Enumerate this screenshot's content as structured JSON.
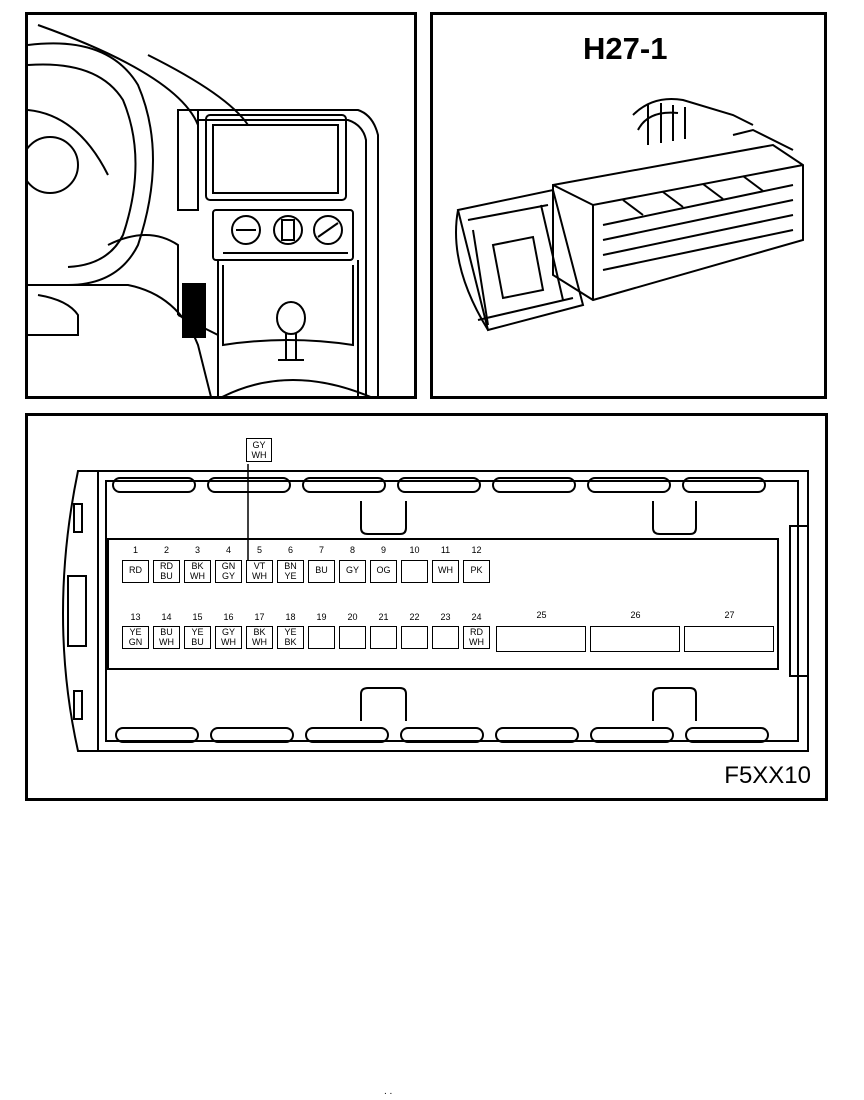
{
  "connector_title": "H27-1",
  "figure_code": "F5XX10",
  "callout": {
    "line1": "GY",
    "line2": "WH"
  },
  "pins_top": [
    {
      "num": "1",
      "c1": "RD",
      "c2": ""
    },
    {
      "num": "2",
      "c1": "RD",
      "c2": "BU"
    },
    {
      "num": "3",
      "c1": "BK",
      "c2": "WH"
    },
    {
      "num": "4",
      "c1": "GN",
      "c2": "GY"
    },
    {
      "num": "5",
      "c1": "VT",
      "c2": "WH"
    },
    {
      "num": "6",
      "c1": "BN",
      "c2": "YE"
    },
    {
      "num": "7",
      "c1": "BU",
      "c2": ""
    },
    {
      "num": "8",
      "c1": "GY",
      "c2": ""
    },
    {
      "num": "9",
      "c1": "OG",
      "c2": ""
    },
    {
      "num": "10",
      "c1": "",
      "c2": ""
    },
    {
      "num": "11",
      "c1": "WH",
      "c2": ""
    },
    {
      "num": "12",
      "c1": "PK",
      "c2": ""
    }
  ],
  "pins_bottom": [
    {
      "num": "13",
      "c1": "YE",
      "c2": "GN"
    },
    {
      "num": "14",
      "c1": "BU",
      "c2": "WH"
    },
    {
      "num": "15",
      "c1": "YE",
      "c2": "BU"
    },
    {
      "num": "16",
      "c1": "GY",
      "c2": "WH"
    },
    {
      "num": "17",
      "c1": "BK",
      "c2": "WH"
    },
    {
      "num": "18",
      "c1": "YE",
      "c2": "BK"
    },
    {
      "num": "19",
      "c1": "",
      "c2": ""
    },
    {
      "num": "20",
      "c1": "",
      "c2": ""
    },
    {
      "num": "21",
      "c1": "",
      "c2": ""
    },
    {
      "num": "22",
      "c1": "",
      "c2": ""
    },
    {
      "num": "23",
      "c1": "",
      "c2": ""
    },
    {
      "num": "24",
      "c1": "RD",
      "c2": "WH"
    }
  ],
  "wide_pins": [
    {
      "num": "25"
    },
    {
      "num": "26"
    },
    {
      "num": "27"
    }
  ],
  "bottom_marks": ". ."
}
